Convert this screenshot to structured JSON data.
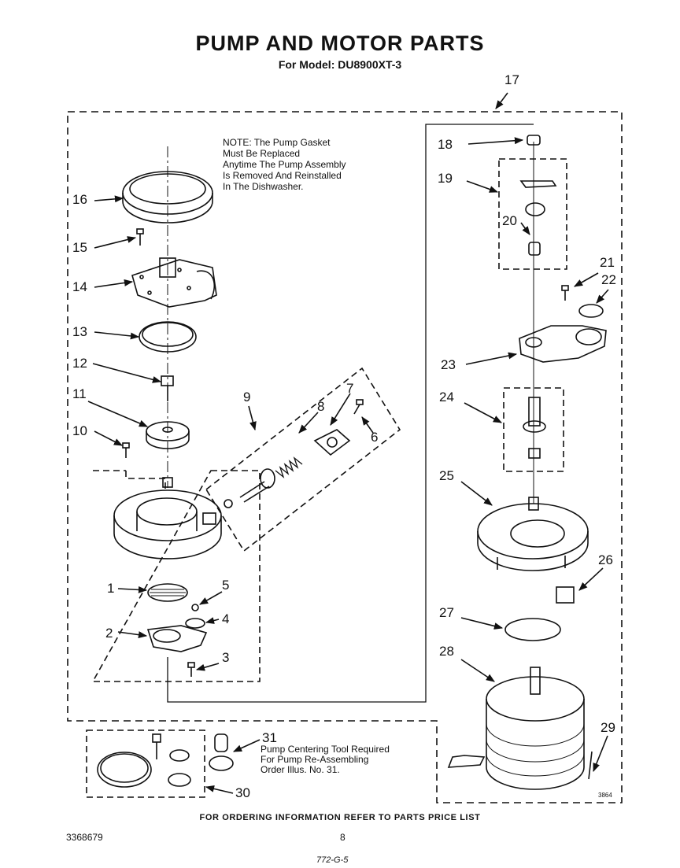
{
  "title": "PUMP AND MOTOR PARTS",
  "subtitle": "For Model: DU8900XT-3",
  "note": "NOTE: The Pump Gasket\nMust Be Replaced\nAnytime The Pump Assembly\nIs Removed And Reinstalled\nIn The Dishwasher.",
  "tool_note": "Pump Centering Tool Required\nFor Pump Re-Assembling\nOrder Illus. No. 31.",
  "footer": "FOR ORDERING INFORMATION REFER TO PARTS PRICE LIST",
  "doc_number": "3368679",
  "page_number": "8",
  "ref_code": "772-G-5",
  "small_code": "3864",
  "callouts": {
    "c1": "1",
    "c2": "2",
    "c3": "3",
    "c4": "4",
    "c5": "5",
    "c6": "6",
    "c7": "7",
    "c8": "8",
    "c9": "9",
    "c10": "10",
    "c11": "11",
    "c12": "12",
    "c13": "13",
    "c14": "14",
    "c15": "15",
    "c16": "16",
    "c17": "17",
    "c18": "18",
    "c19": "19",
    "c20": "20",
    "c21": "21",
    "c22": "22",
    "c23": "23",
    "c24": "24",
    "c25": "25",
    "c26": "26",
    "c27": "27",
    "c28": "28",
    "c29": "29",
    "c30": "30",
    "c31": "31"
  }
}
